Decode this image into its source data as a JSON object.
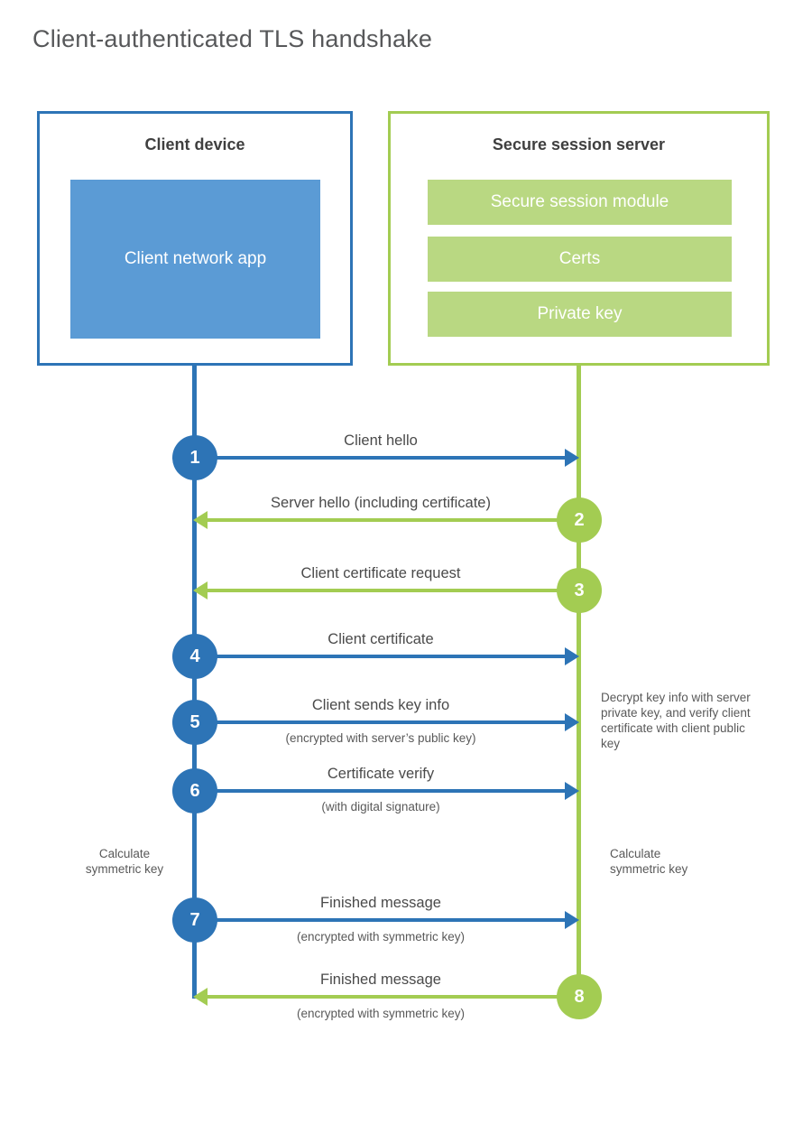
{
  "title": "Client-authenticated TLS handshake",
  "colors": {
    "blue": "#2d74b6",
    "light_blue": "#5b9bd5",
    "green": "#a3cc52",
    "light_green": "#b9d882",
    "heading_text": "#3f3f3f",
    "label_text": "#4a4a4a",
    "note_text": "#595959",
    "title_text": "#57585a"
  },
  "client_box": {
    "title": "Client device",
    "app_label": "Client network app"
  },
  "server_box": {
    "title": "Secure session server",
    "modules": [
      "Secure session module",
      "Certs",
      "Private key"
    ]
  },
  "steps": [
    {
      "num": "1",
      "actor": "client",
      "direction": "right",
      "label": "Client hello",
      "sublabel": ""
    },
    {
      "num": "2",
      "actor": "server",
      "direction": "left",
      "label": "Server hello (including certificate)",
      "sublabel": ""
    },
    {
      "num": "3",
      "actor": "server",
      "direction": "left",
      "label": "Client certificate request",
      "sublabel": ""
    },
    {
      "num": "4",
      "actor": "client",
      "direction": "right",
      "label": "Client certificate",
      "sublabel": ""
    },
    {
      "num": "5",
      "actor": "client",
      "direction": "right",
      "label": "Client sends key info",
      "sublabel": "(encrypted with server’s public key)"
    },
    {
      "num": "6",
      "actor": "client",
      "direction": "right",
      "label": "Certificate verify",
      "sublabel": "(with digital signature)"
    },
    {
      "num": "7",
      "actor": "client",
      "direction": "right",
      "label": "Finished message",
      "sublabel": "(encrypted with symmetric key)"
    },
    {
      "num": "8",
      "actor": "server",
      "direction": "left",
      "label": "Finished message",
      "sublabel": "(encrypted with symmetric key)"
    }
  ],
  "annotations": {
    "client_calculate": "Calculate symmetric key",
    "server_calculate": "Calculate symmetric key",
    "server_decrypt": "Decrypt key info with server private key, and verify client certificate with client public key"
  }
}
